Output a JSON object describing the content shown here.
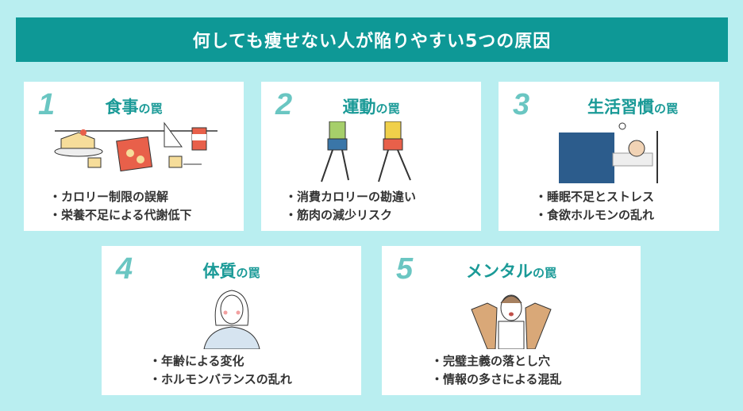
{
  "header": {
    "title": "何しても痩せない人が陥りやすい5つの原因"
  },
  "suffix": "の罠",
  "cards": [
    {
      "number": "1",
      "title": "食事",
      "points": [
        "・カロリー制限の誤解",
        "・栄養不足による代謝低下"
      ],
      "icon": "food-icon"
    },
    {
      "number": "2",
      "title": "運動",
      "points": [
        "・消費カロリーの勘違い",
        "・筋肉の減少リスク"
      ],
      "icon": "running-icon"
    },
    {
      "number": "3",
      "title": "生活習慣",
      "points": [
        "・睡眠不足とストレス",
        "・食欲ホルモンの乱れ"
      ],
      "icon": "sleeping-icon"
    },
    {
      "number": "4",
      "title": "体質",
      "points": [
        "・年齢による変化",
        "・ホルモンバランスの乱れ"
      ],
      "icon": "woman-icon"
    },
    {
      "number": "5",
      "title": "メンタル",
      "points": [
        "・完璧主義の落とし穴",
        "・情報の多さによる混乱"
      ],
      "icon": "stressed-person-icon"
    }
  ]
}
